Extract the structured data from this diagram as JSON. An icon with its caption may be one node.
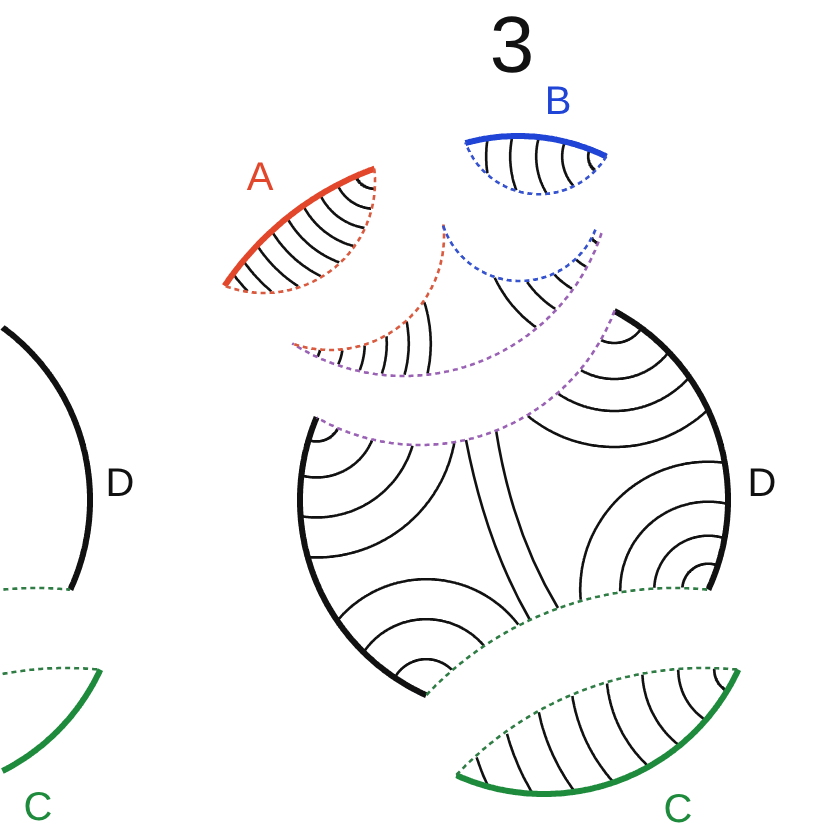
{
  "diagram": {
    "title": "3",
    "labels": [
      "B",
      "A",
      "D",
      "D",
      "C",
      "C"
    ]
  }
}
